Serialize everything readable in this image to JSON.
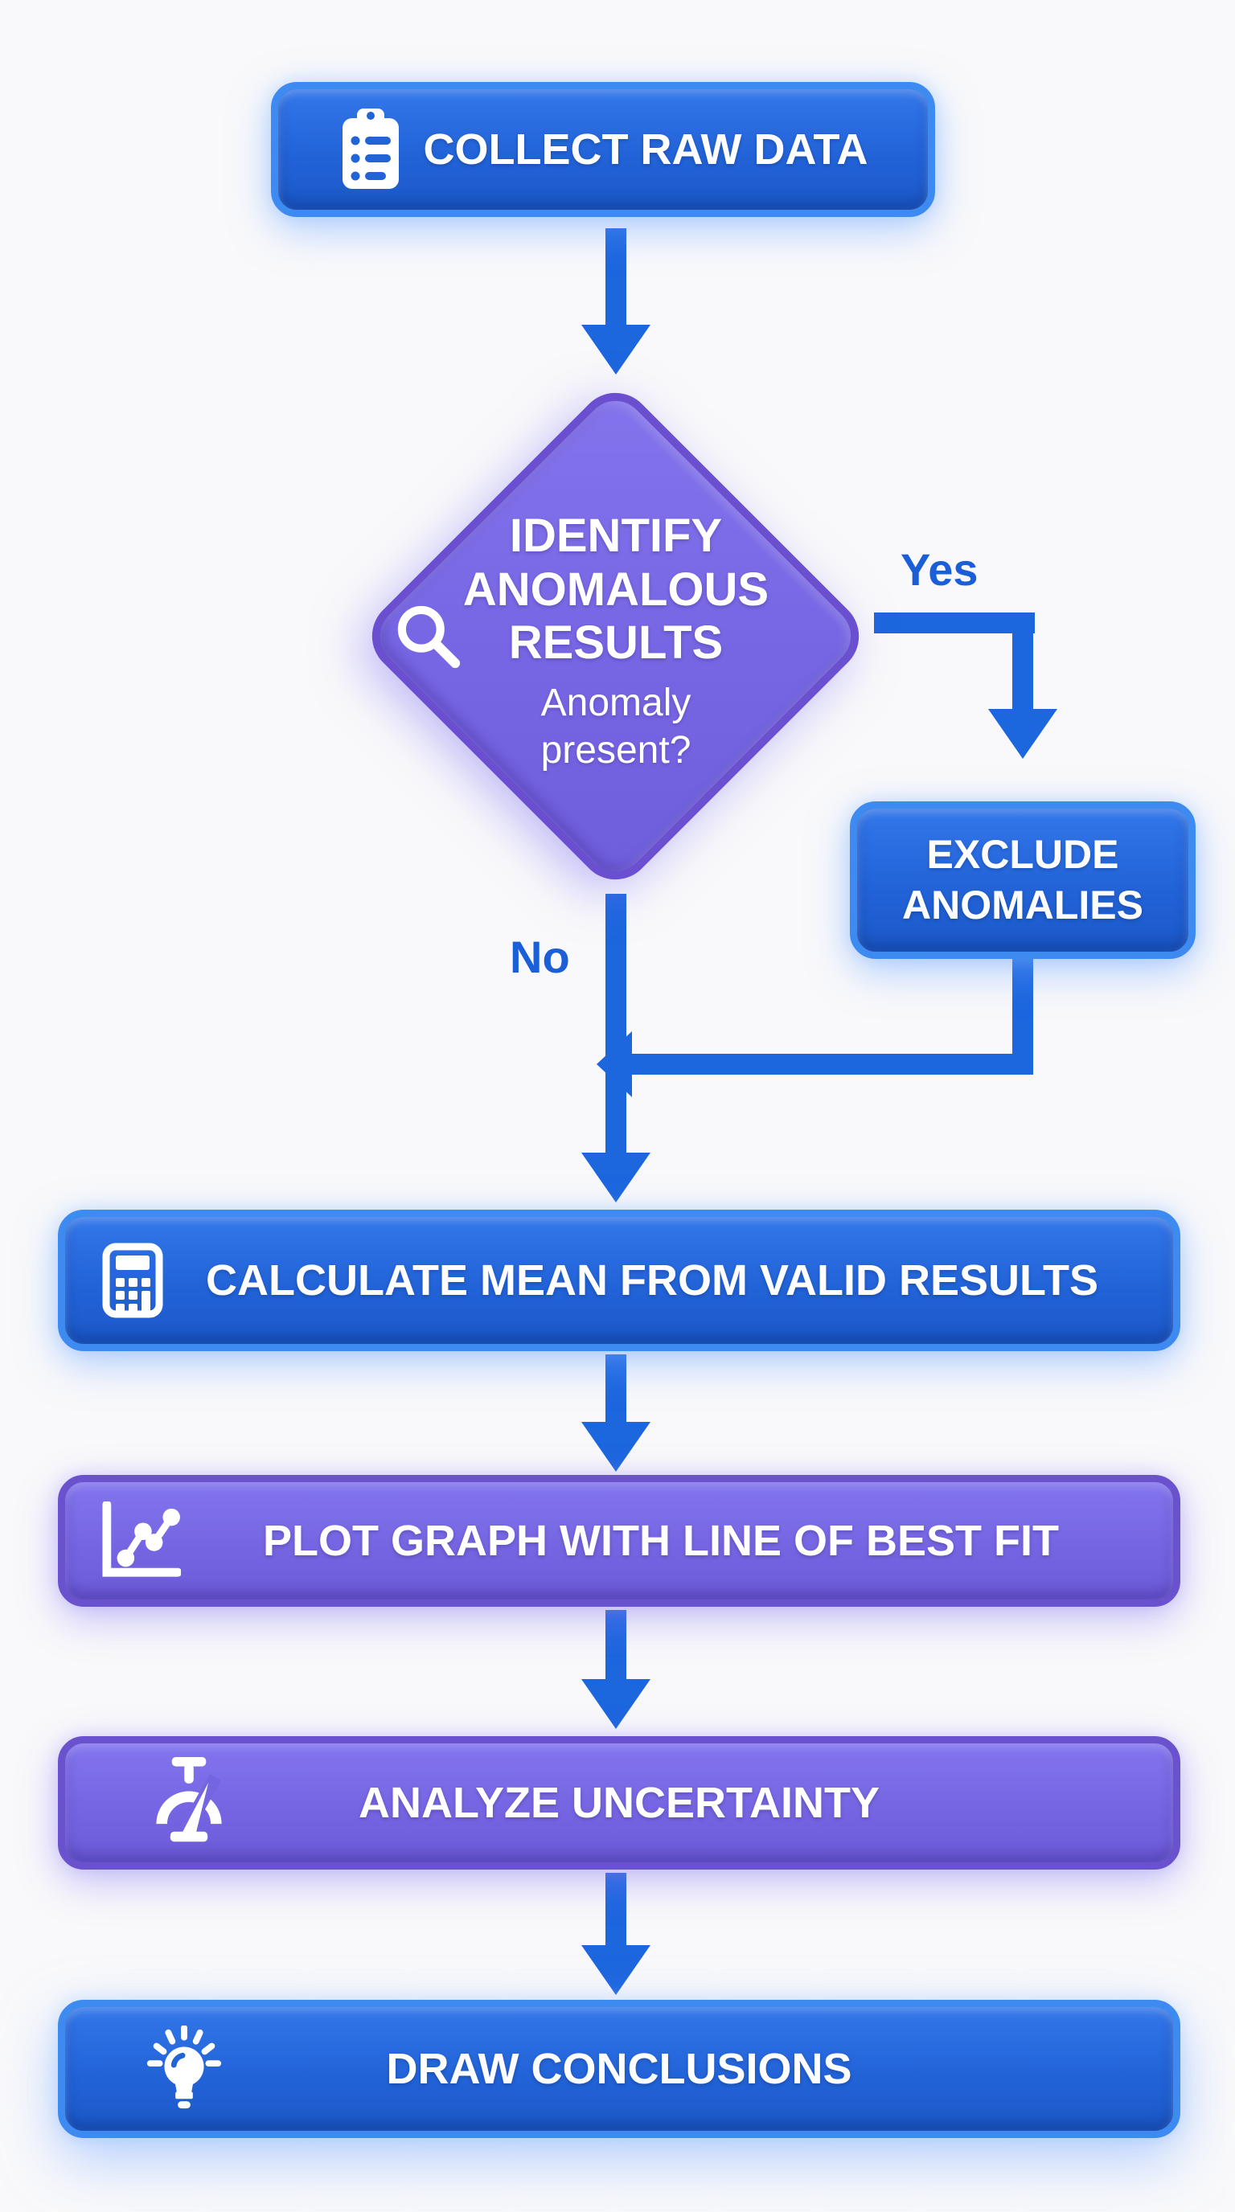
{
  "nodes": {
    "collect": {
      "type": "process",
      "label": "COLLECT RAW DATA",
      "icon": "clipboard-icon"
    },
    "identify": {
      "type": "decision",
      "title": "IDENTIFY ANOMALOUS RESULTS",
      "question": "Anomaly present?",
      "icon": "search-icon"
    },
    "exclude": {
      "type": "process",
      "label": "EXCLUDE ANOMALIES",
      "icon": null
    },
    "calculate": {
      "type": "process",
      "label": "CALCULATE MEAN FROM VALID RESULTS",
      "icon": "calculator-icon"
    },
    "plot": {
      "type": "process",
      "label": "PLOT GRAPH WITH LINE OF BEST FIT",
      "icon": "line-chart-icon"
    },
    "analyze": {
      "type": "process",
      "label": "ANALYZE UNCERTAINTY",
      "icon": "gauge-icon"
    },
    "conclude": {
      "type": "process",
      "label": "DRAW CONCLUSIONS",
      "icon": "lightbulb-icon"
    }
  },
  "edges": {
    "yes_label": "Yes",
    "no_label": "No",
    "connections": [
      {
        "from": "collect",
        "to": "identify",
        "label": ""
      },
      {
        "from": "identify",
        "to": "exclude",
        "label": "Yes"
      },
      {
        "from": "identify",
        "to": "calculate",
        "label": "No"
      },
      {
        "from": "exclude",
        "to": "calculate",
        "label": ""
      },
      {
        "from": "calculate",
        "to": "plot",
        "label": ""
      },
      {
        "from": "plot",
        "to": "analyze",
        "label": ""
      },
      {
        "from": "analyze",
        "to": "conclude",
        "label": ""
      }
    ]
  },
  "colors": {
    "process_fill": "#2263d8",
    "process_border": "#3d8af0",
    "decision_fill": "#7767e4",
    "decision_border": "#6a4fd0",
    "connector": "#1c66de",
    "branch_label_text": "#1a5ed8",
    "node_text": "#ffffff",
    "background": "#f9f9fb"
  }
}
